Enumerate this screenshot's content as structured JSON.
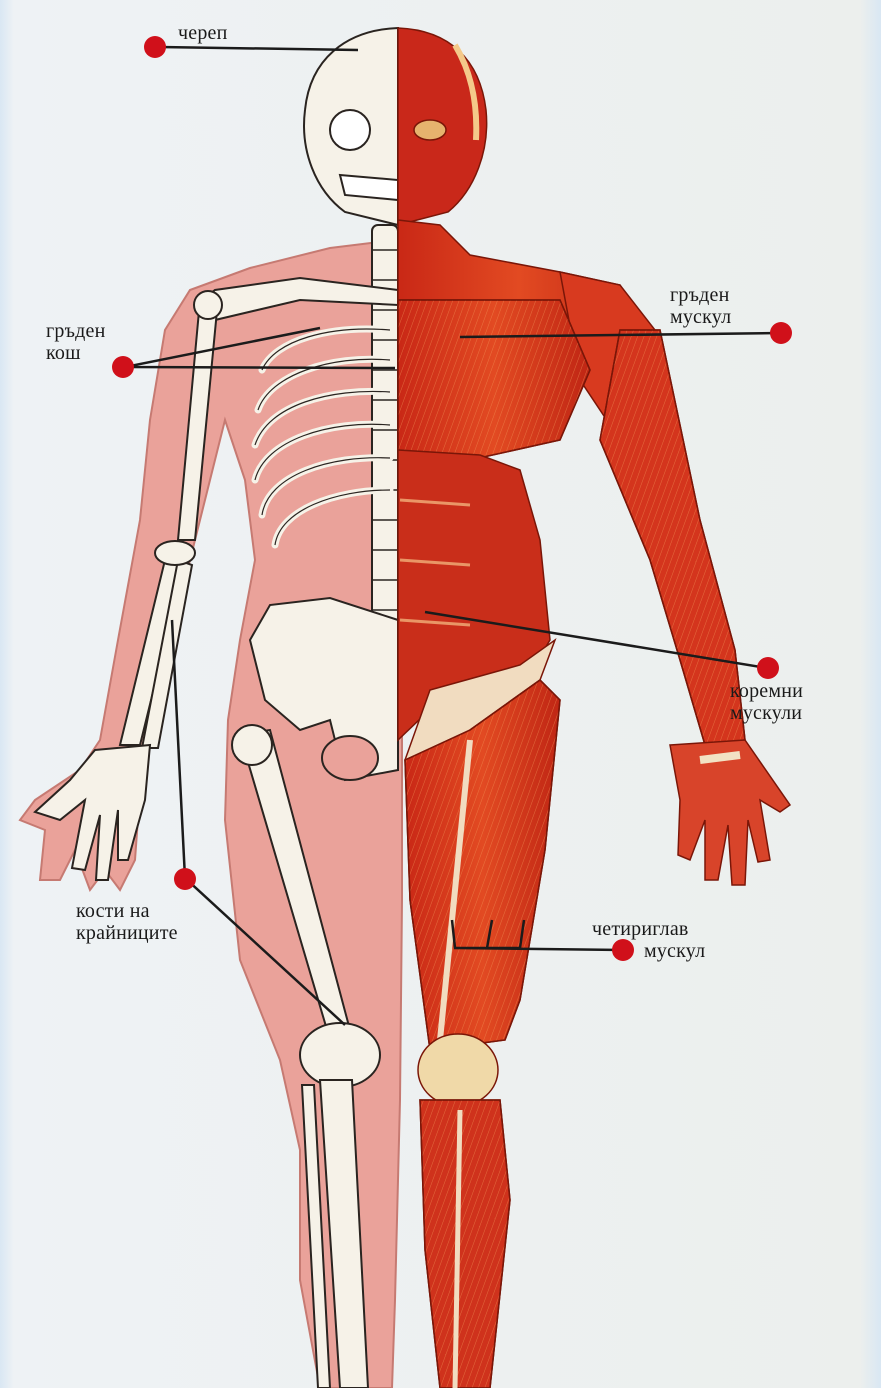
{
  "labels": {
    "skull": [
      "череп"
    ],
    "rib_cage": [
      "гръден",
      "кош"
    ],
    "chest_muscle": [
      "гръден",
      "мускул"
    ],
    "abdominal_muscles": [
      "коремни",
      "мускули"
    ],
    "limb_bones": [
      "кости на",
      "крайниците"
    ],
    "quadriceps": [
      "четириглав",
      "мускул"
    ]
  },
  "colors": {
    "marker": "#d0101a",
    "leader_line": "#1b1b1b",
    "skin": "#ec9f98",
    "bone": "#f6f2e8",
    "muscle": "#d8361e"
  }
}
